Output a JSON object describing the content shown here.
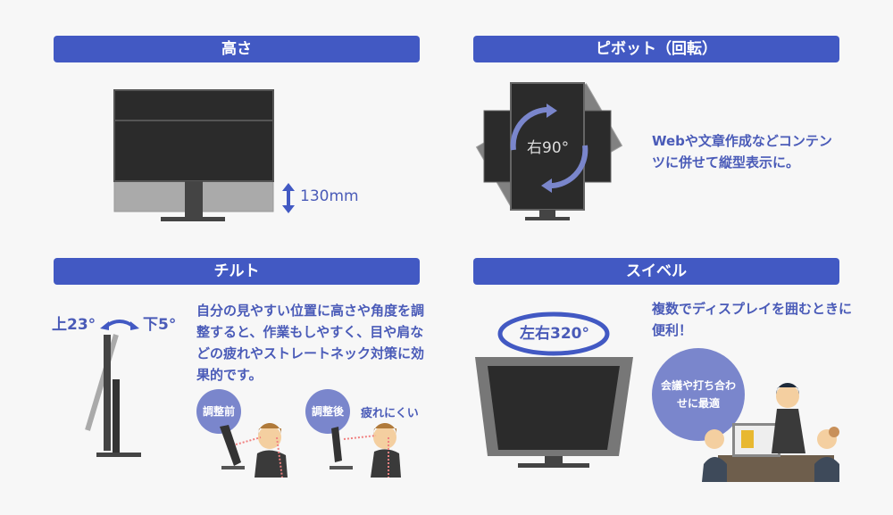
{
  "sections": {
    "height": {
      "title": "高さ",
      "value": "130mm"
    },
    "pivot": {
      "title": "ピボット（回転）",
      "label": "右90°",
      "desc": "Webや文章作成などコンテンツに併せて縦型表示に。"
    },
    "tilt": {
      "title": "チルト",
      "up": "上23°",
      "down": "下5°",
      "desc": "自分の見やすい位置に高さや角度を調整すると、作業もしやすく、目や肩などの疲れやストレートネック対策に効果的です。",
      "before": "調整前",
      "after": "調整後",
      "after_note": "疲れにくい"
    },
    "swivel": {
      "title": "スイベル",
      "label": "左右320°",
      "desc": "複数でディスプレイを囲むときに便利！",
      "badge": "会議や打ち合わせに最適"
    }
  },
  "colors": {
    "accent": "#4259c3",
    "text": "#4a5bb8",
    "circle": "#7a86cc",
    "monitor": "#2b2b2b"
  }
}
